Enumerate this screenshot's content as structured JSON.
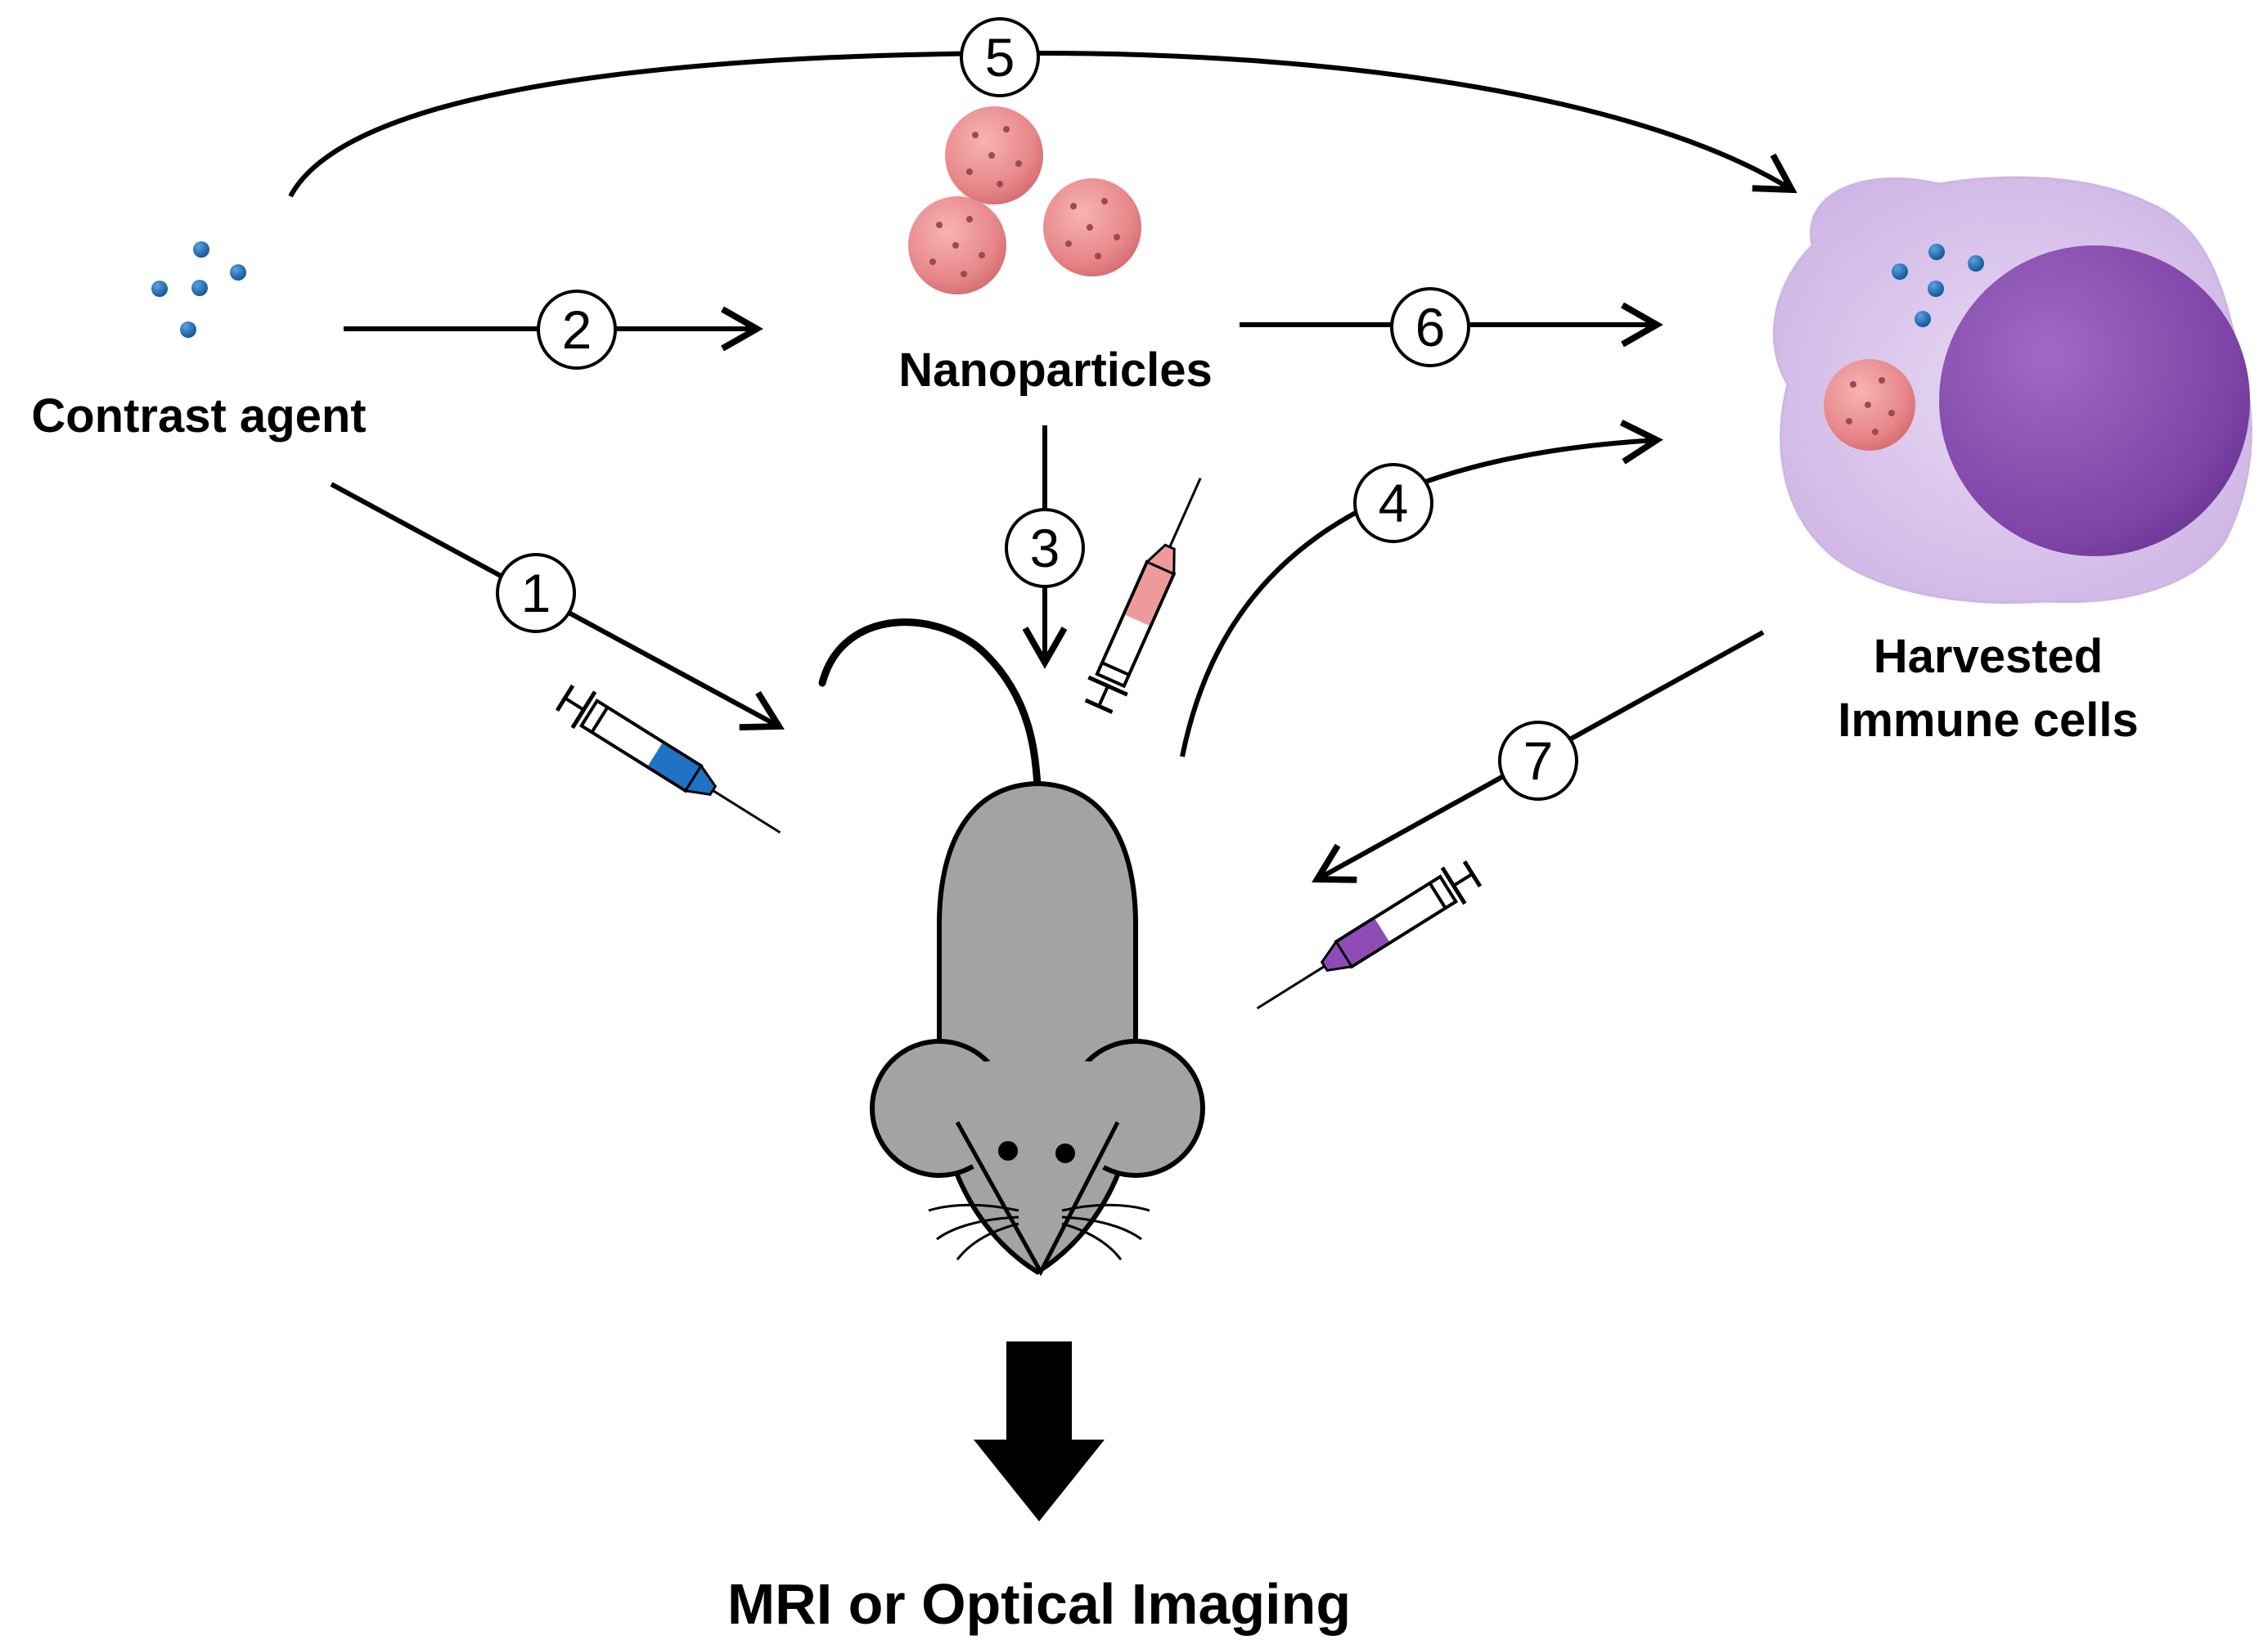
{
  "labels": {
    "contrast_agent": "Contrast agent",
    "nanoparticles": "Nanoparticles",
    "harvested_line1": "Harvested",
    "harvested_line2": "Immune cells",
    "output": "MRI or Optical Imaging"
  },
  "steps": [
    "1",
    "2",
    "3",
    "4",
    "5",
    "6",
    "7"
  ],
  "colors": {
    "contrast_dot": "#1f6fb5",
    "nanoparticle": "#e8878a",
    "cell_cytoplasm": "#dcc8ec",
    "cell_nucleus": "#8a4fb0",
    "mouse": "#a3a3a3",
    "syringe_blue": "#1f72c4",
    "syringe_pink": "#ef9a9a",
    "syringe_purple": "#8e4bb5"
  }
}
